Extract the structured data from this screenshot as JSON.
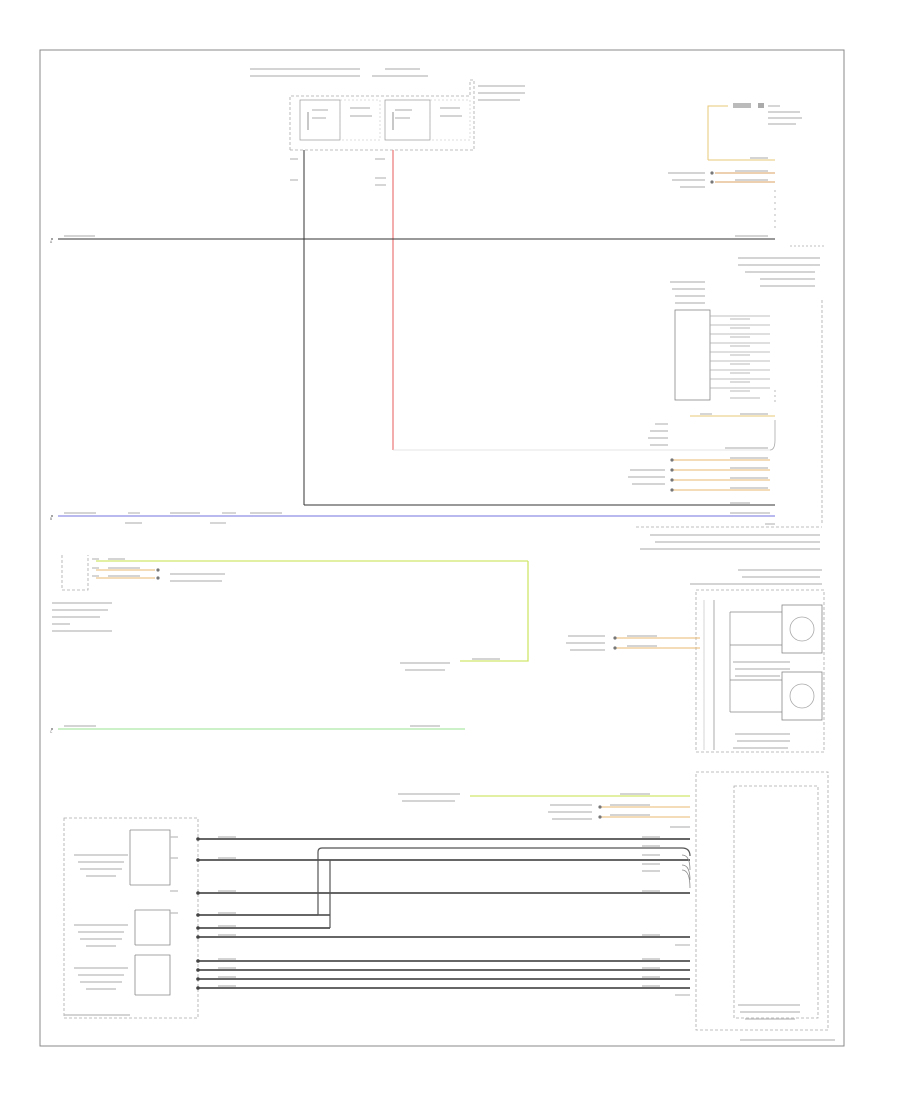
{
  "page": {
    "title": "",
    "footer_left": "",
    "footer_right": ""
  },
  "fuse_box": {
    "header_line1": "",
    "header_line2": "",
    "side_label": "",
    "fuse_a_label": "",
    "fuse_b_label": "",
    "rating_a": "",
    "rating_b": ""
  },
  "rail_row_labels": [
    "A",
    "B",
    "C"
  ],
  "connectors": {
    "top_right_module": "",
    "tcm_upper": "",
    "tcm_upper_sub": "",
    "tcm_lower": "",
    "transmission_harness": "",
    "left_sensor_group": ""
  },
  "legend_note": "",
  "colors": {
    "black_wire": "#333333",
    "red_wire": "#f08a8a",
    "blue_wire": "#8f8fe6",
    "yellow_green_wire": "#cfe66a",
    "green_wire": "#aee8a6",
    "orange_wire": "#e8b870",
    "olive_wire": "#c8b878",
    "border": "#8a8a8a",
    "dashed": "#aaaaaa"
  }
}
